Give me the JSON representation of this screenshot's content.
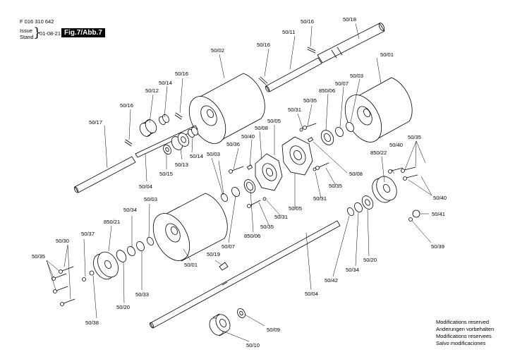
{
  "header": {
    "part_number": "F 016 310 642",
    "issue_label": "Issue",
    "stand_label": "Stand",
    "date": "01-08-21",
    "figure_label": "Fig.7/Abb.7"
  },
  "notes": [
    "Modifications reserved",
    "Anderungen vorbehalten",
    "Modifications reservees",
    "Salvo modificaciones"
  ],
  "labels": {
    "p50_18": "50/18",
    "p50_16a": "50/16",
    "p50_11": "50/11",
    "p50_16b": "50/16",
    "p50_02": "50/02",
    "p50_16c": "50/16",
    "p50_14a": "50/14",
    "p50_12": "50/12",
    "p50_16d": "50/16",
    "p50_17": "50/17",
    "p50_15": "50/15",
    "p50_13": "50/13",
    "p50_14b": "50/14",
    "p50_04a": "50/04",
    "p50_03a": "50/03",
    "p50_36": "50/36",
    "p50_40a": "50/40",
    "p50_08a": "50/08",
    "p50_05a": "50/05",
    "p50_31a": "50/31",
    "p50_35a": "50/35",
    "p850_06a": "850/06",
    "p50_07a": "50/07",
    "p50_03b": "50/03",
    "p50_01a": "50/01",
    "p50_08b": "50/08",
    "p50_35b": "50/35",
    "p50_31b": "50/31",
    "p50_05b": "50/05",
    "p850_22": "850/22",
    "p50_40b": "50/40",
    "p50_35c": "50/35",
    "p50_40c": "50/40",
    "p50_41": "50/41",
    "p50_39": "50/39",
    "p50_07b": "50/07",
    "p850_06b": "850/06",
    "p50_35d": "50/35",
    "p50_31c": "50/31",
    "p50_03c": "50/03",
    "p50_34a": "50/34",
    "p850_21": "850/21",
    "p50_30": "50/30",
    "p50_37": "50/37",
    "p50_35e": "50/35",
    "p50_01b": "50/01",
    "p50_19": "50/19",
    "p50_33": "50/33",
    "p50_20a": "50/20",
    "p50_38": "50/38",
    "p50_04b": "50/04",
    "p50_42": "50/42",
    "p50_34b": "50/34",
    "p50_20b": "50/20",
    "p50_09": "50/09",
    "p50_10": "50/10"
  }
}
